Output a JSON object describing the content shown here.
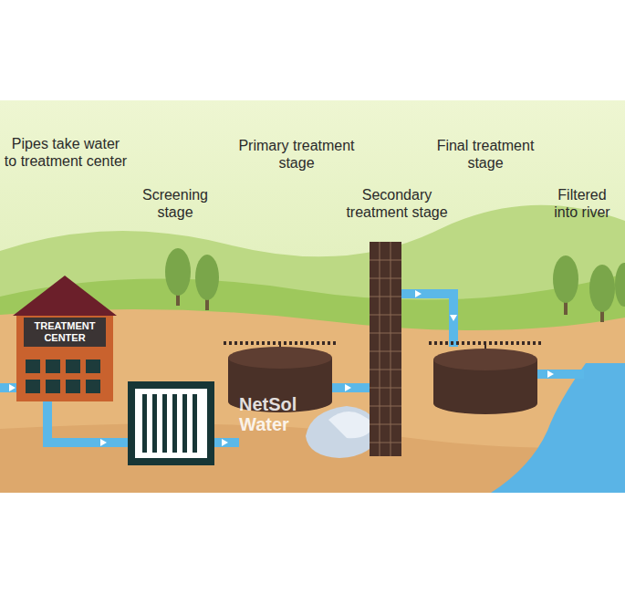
{
  "diagram": {
    "nodes": [
      {
        "text": [
          "TREATMENT CENTER"
        ]
      }
    ],
    "labels": [
      "Pipes take water to treatment center",
      "Screening stage",
      "Primary treatment stage",
      "Secondary treatment stage",
      "Final treatment stage",
      "Filtered into river",
      "NetSol Water"
    ]
  }
}
